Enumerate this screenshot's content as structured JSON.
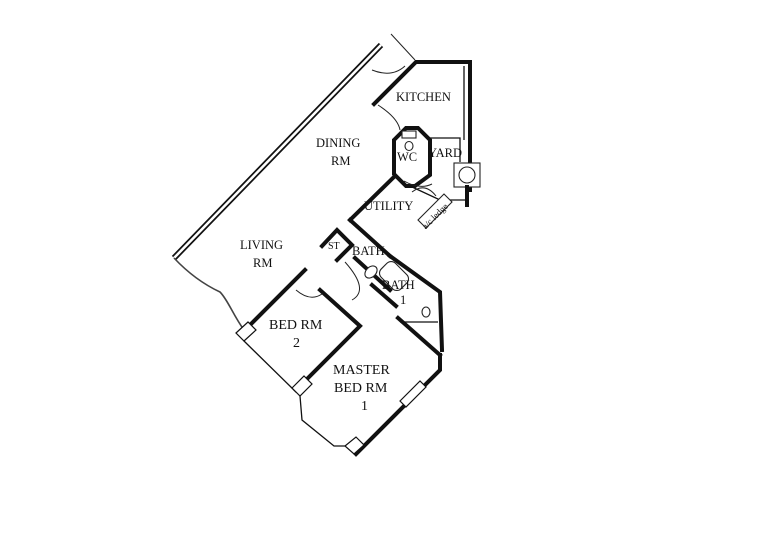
{
  "plan": {
    "type": "apartment floor plan",
    "rooms": {
      "kitchen": "KITCHEN",
      "dining_1": "DINING",
      "dining_2": "RM",
      "wc": "WC",
      "yard": "YARD",
      "utility": "UTILITY",
      "ac_ledge": "a/c ledge",
      "living_1": "LIVING",
      "living_2": "RM",
      "store": "ST",
      "bath": "BATH",
      "bath1_1": "BATH",
      "bath1_2": "1",
      "bed2_1": "BED RM",
      "bed2_2": "2",
      "master_1": "MASTER",
      "master_2": "BED RM",
      "master_3": "1"
    },
    "colors": {
      "line": "#111111",
      "background": "#ffffff"
    }
  }
}
